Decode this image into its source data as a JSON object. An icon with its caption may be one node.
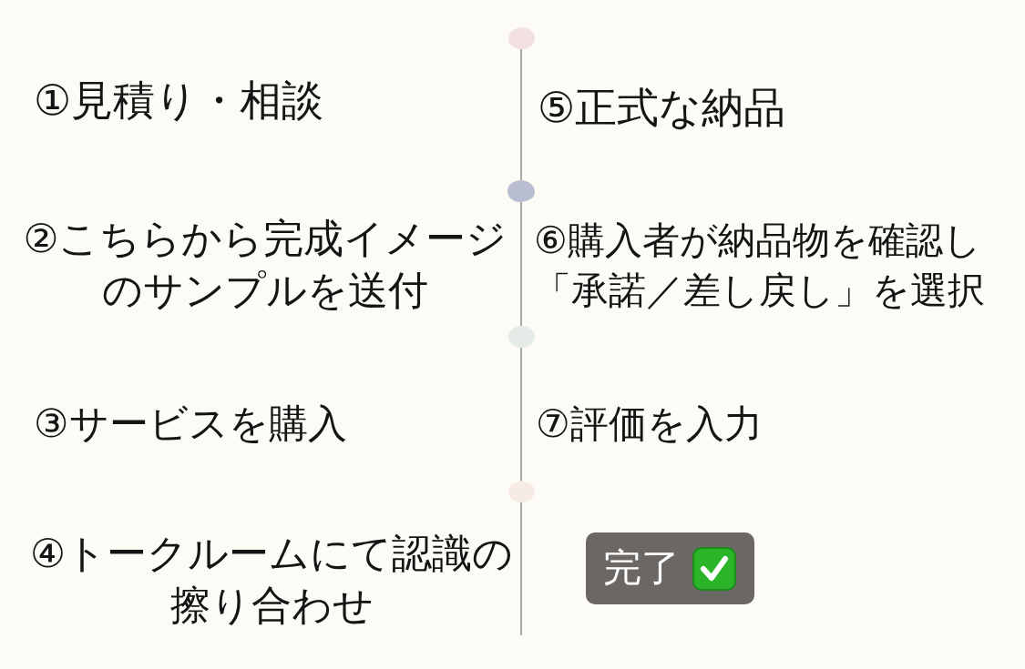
{
  "diagram": {
    "nodes": [
      {
        "text": [],
        "shape": "circle"
      },
      {
        "text": [],
        "shape": "circle"
      },
      {
        "text": [],
        "shape": "circle"
      },
      {
        "text": [],
        "shape": "circle"
      },
      {
        "text": [
          "完了"
        ]
      }
    ],
    "edges": [
      {
        "from": 0,
        "to": 1,
        "arrow": "none"
      },
      {
        "from": 1,
        "to": 2,
        "arrow": "none"
      },
      {
        "from": 2,
        "to": 3,
        "arrow": "none"
      },
      {
        "from": 3,
        "to": null,
        "arrow": "none"
      }
    ],
    "labels": [
      "①見積り・相談",
      "②こちらから完成イメージのサンプルを送付",
      "③サービスを購入",
      "④トークルームにて認識の擦り合わせ",
      "⑤正式な納品",
      "⑥購入者が納品物を確認し「承諾／差し戻し」を選択",
      "⑦評価を入力"
    ]
  }
}
